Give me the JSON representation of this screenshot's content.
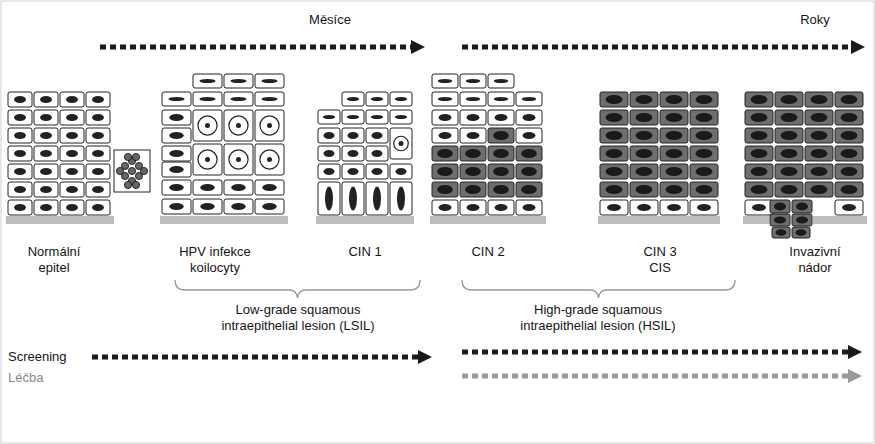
{
  "diagram": {
    "labels": [
      "Měsíce",
      "Roky",
      "Normální epitel",
      "HPV infekce koilocyty",
      "CIN 1",
      "CIN 2",
      "CIN 3 CIS",
      "Invazivní nádor",
      "Low-grade squamous intraepithelial lesion (LSIL)",
      "High-grade squamous intraepithelial lesion (HSIL)",
      "Screening",
      "Léčba"
    ]
  }
}
